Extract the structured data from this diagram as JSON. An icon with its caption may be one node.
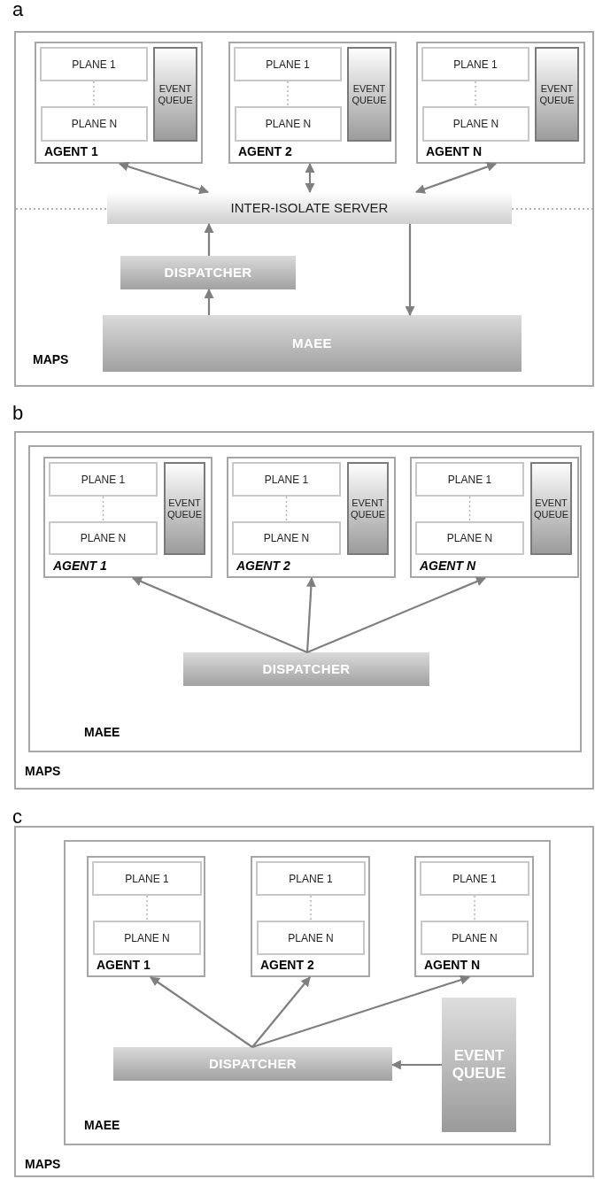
{
  "diagram": {
    "nodes": [
      {
        "text": [
          "MAPS"
        ]
      },
      {
        "text": [
          "AGENT 1"
        ],
        "in": 0
      },
      {
        "text": [
          "PLANE 1"
        ],
        "in": 1
      },
      {
        "text": [
          "PLANE N"
        ],
        "in": 1
      },
      {
        "text": [
          "EVENT QUEUE"
        ],
        "in": 1
      },
      {
        "text": [
          "AGENT 2"
        ],
        "in": 0
      },
      {
        "text": [
          "PLANE 1"
        ],
        "in": 5
      },
      {
        "text": [
          "PLANE N"
        ],
        "in": 5
      },
      {
        "text": [
          "EVENT QUEUE"
        ],
        "in": 5
      },
      {
        "text": [
          "AGENT N"
        ],
        "in": 0
      },
      {
        "text": [
          "PLANE 1"
        ],
        "in": 9
      },
      {
        "text": [
          "PLANE N"
        ],
        "in": 9
      },
      {
        "text": [
          "EVENT QUEUE"
        ],
        "in": 9
      },
      {
        "text": [
          "INTER-ISOLATE SERVER"
        ],
        "in": 0
      },
      {
        "text": [
          "DISPATCHER"
        ],
        "in": 0
      },
      {
        "text": [
          "MAEE"
        ],
        "in": 0
      },
      {
        "text": [
          "MAPS"
        ]
      },
      {
        "text": [
          "MAEE"
        ],
        "in": 16
      },
      {
        "text": [
          "AGENT 1"
        ],
        "in": 17
      },
      {
        "text": [
          "PLANE 1"
        ],
        "in": 18
      },
      {
        "text": [
          "PLANE N"
        ],
        "in": 18
      },
      {
        "text": [
          "EVENT QUEUE"
        ],
        "in": 18
      },
      {
        "text": [
          "AGENT 2"
        ],
        "in": 17
      },
      {
        "text": [
          "PLANE 1"
        ],
        "in": 22
      },
      {
        "text": [
          "PLANE N"
        ],
        "in": 22
      },
      {
        "text": [
          "EVENT QUEUE"
        ],
        "in": 22
      },
      {
        "text": [
          "AGENT N"
        ],
        "in": 17
      },
      {
        "text": [
          "PLANE 1"
        ],
        "in": 26
      },
      {
        "text": [
          "PLANE N"
        ],
        "in": 26
      },
      {
        "text": [
          "EVENT QUEUE"
        ],
        "in": 26
      },
      {
        "text": [
          "DISPATCHER"
        ],
        "in": 17
      },
      {
        "text": [
          "MAPS"
        ]
      },
      {
        "text": [
          "MAEE"
        ],
        "in": 31
      },
      {
        "text": [
          "AGENT 1"
        ],
        "in": 32
      },
      {
        "text": [
          "PLANE 1"
        ],
        "in": 33
      },
      {
        "text": [
          "PLANE N"
        ],
        "in": 33
      },
      {
        "text": [
          "AGENT 2"
        ],
        "in": 32
      },
      {
        "text": [
          "PLANE 1"
        ],
        "in": 36
      },
      {
        "text": [
          "PLANE N"
        ],
        "in": 36
      },
      {
        "text": [
          "AGENT N"
        ],
        "in": 32
      },
      {
        "text": [
          "PLANE 1"
        ],
        "in": 39
      },
      {
        "text": [
          "PLANE N"
        ],
        "in": 39
      },
      {
        "text": [
          "DISPATCHER"
        ],
        "in": 32
      },
      {
        "text": [
          "EVENT QUEUE"
        ],
        "in": 32
      }
    ],
    "edges": [
      {
        "from": 2,
        "to": 3,
        "arrow": "none",
        "style": "dashed",
        "color": "#b3b3b3"
      },
      {
        "from": 6,
        "to": 7,
        "arrow": "none",
        "style": "dashed",
        "color": "#b3b3b3"
      },
      {
        "from": 10,
        "to": 11,
        "arrow": "none",
        "style": "dashed",
        "color": "#b3b3b3"
      },
      {
        "from": 1,
        "to": 13,
        "arrow": "both"
      },
      {
        "from": 5,
        "to": 13,
        "arrow": "both"
      },
      {
        "from": 9,
        "to": 13,
        "arrow": "both"
      },
      {
        "from": 14,
        "to": 13,
        "arrow": "to"
      },
      {
        "from": 15,
        "to": 14,
        "arrow": "to"
      },
      {
        "from": 13,
        "to": 15,
        "arrow": "to"
      },
      {
        "from": 19,
        "to": 20,
        "arrow": "none",
        "style": "dashed",
        "color": "#b3b3b3"
      },
      {
        "from": 23,
        "to": 24,
        "arrow": "none",
        "style": "dashed",
        "color": "#b3b3b3"
      },
      {
        "from": 27,
        "to": 28,
        "arrow": "none",
        "style": "dashed",
        "color": "#b3b3b3"
      },
      {
        "from": 30,
        "to": 18,
        "arrow": "to"
      },
      {
        "from": 30,
        "to": 22,
        "arrow": "to"
      },
      {
        "from": 30,
        "to": 26,
        "arrow": "to"
      },
      {
        "from": 34,
        "to": 35,
        "arrow": "none",
        "style": "dashed",
        "color": "#b3b3b3"
      },
      {
        "from": 37,
        "to": 38,
        "arrow": "none",
        "style": "dashed",
        "color": "#b3b3b3"
      },
      {
        "from": 40,
        "to": 41,
        "arrow": "none",
        "style": "dashed",
        "color": "#b3b3b3"
      },
      {
        "from": 42,
        "to": 33,
        "arrow": "to"
      },
      {
        "from": 42,
        "to": 36,
        "arrow": "to"
      },
      {
        "from": 42,
        "to": 39,
        "arrow": "to"
      },
      {
        "from": 43,
        "to": 42,
        "arrow": "to"
      }
    ],
    "labels": [
      "a",
      "b",
      "c"
    ]
  }
}
